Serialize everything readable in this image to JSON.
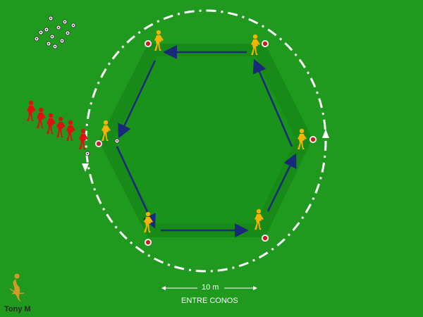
{
  "diagram": {
    "distance_label": "10 m",
    "distance_sub": "ENTRE CONOS",
    "author": "Tony M"
  },
  "colors": {
    "field": "#1f9a1f",
    "hexagon": "#178a17",
    "arrow": "#1a2a7a",
    "attacker": "#f2b400",
    "waiting_player": "#e01010",
    "cone": "#c82020",
    "run_line": "#ffffff"
  },
  "icons": [
    "soccer-ball-icon",
    "cone-icon",
    "player-icon",
    "arrow-icon",
    "logo-icon"
  ]
}
